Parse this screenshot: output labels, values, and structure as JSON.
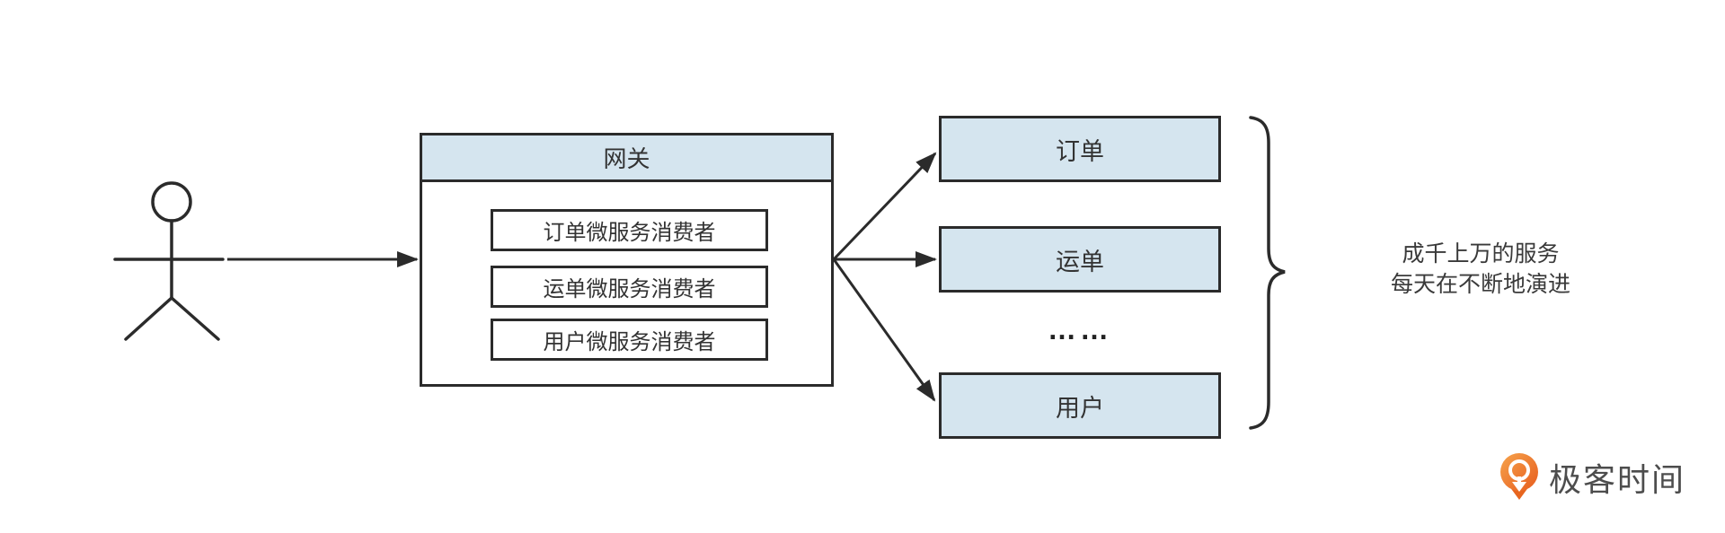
{
  "diagram": {
    "gateway": {
      "title": "网关",
      "consumers": [
        "订单微服务消费者",
        "运单微服务消费者",
        "用户微服务消费者"
      ]
    },
    "services": [
      "订单",
      "运单",
      "用户"
    ],
    "ellipsis": "……",
    "annotation": {
      "line1": "成千上万的服务",
      "line2": "每天在不断地演进"
    },
    "colors": {
      "box_fill": "#d5e5ef",
      "stroke": "#2b2b2b",
      "text": "#333333"
    }
  },
  "branding": {
    "logo_text": "极客时间",
    "logo_color": "#ee7530"
  }
}
